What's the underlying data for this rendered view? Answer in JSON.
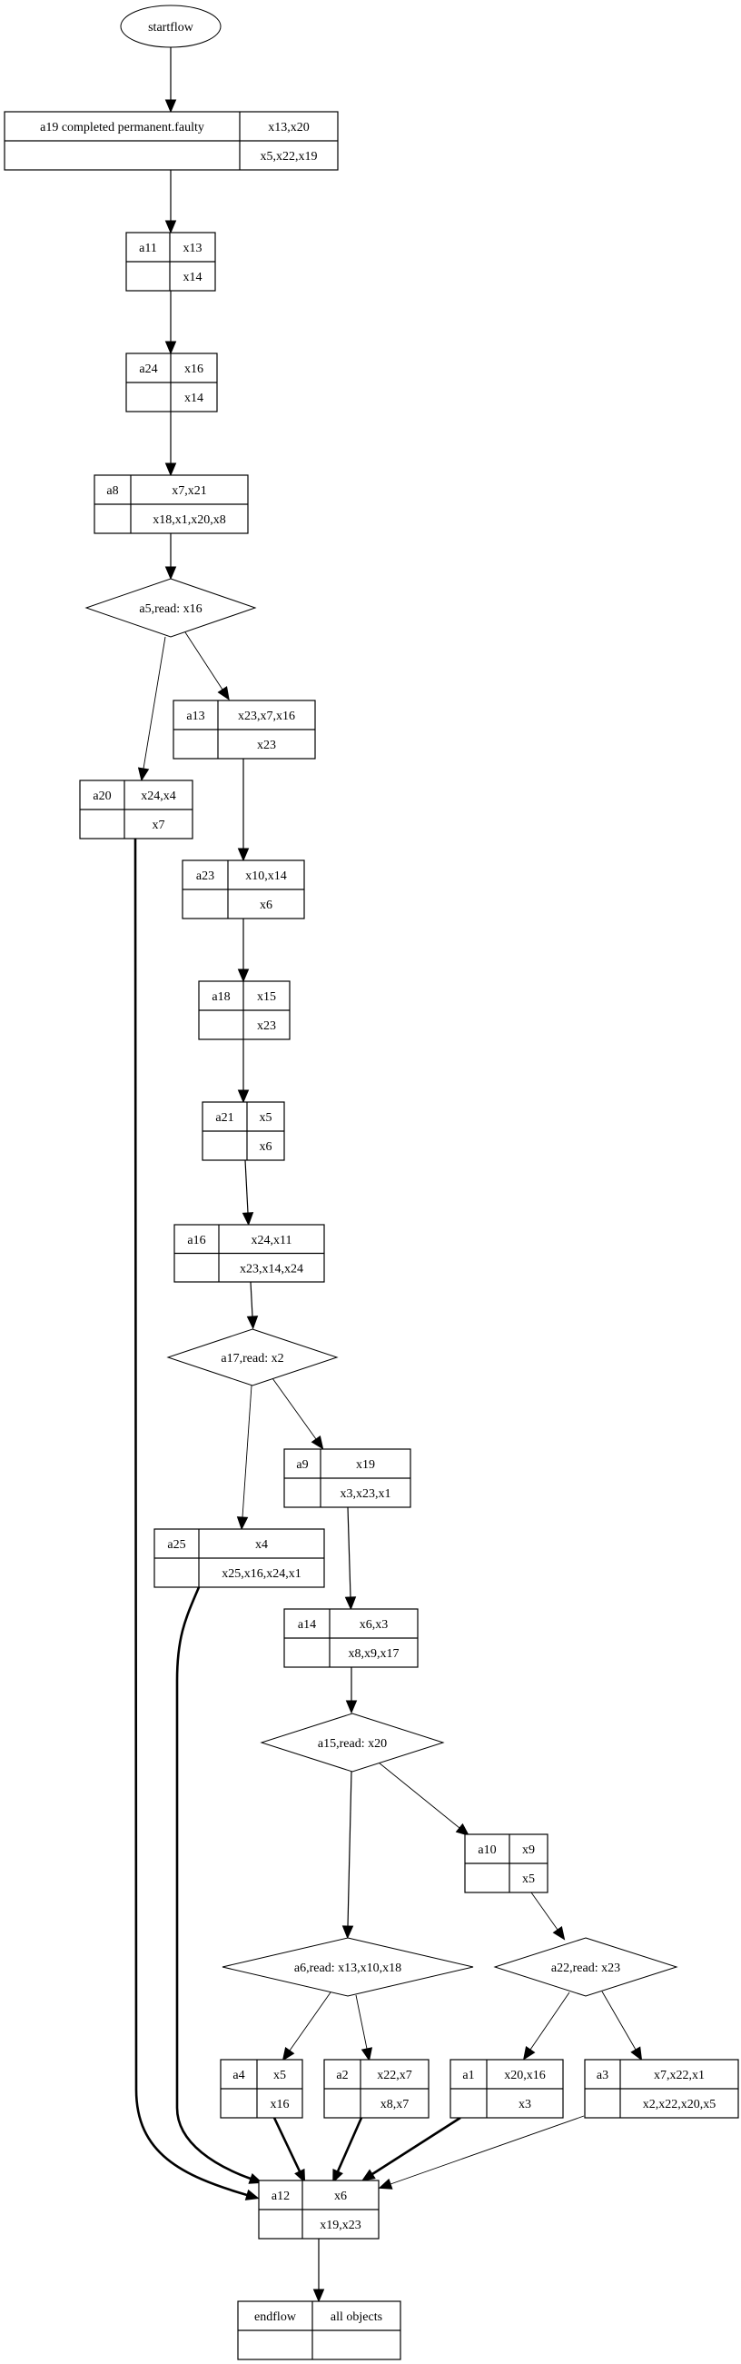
{
  "diagram": {
    "type": "flowchart",
    "start": {
      "id": "startflow",
      "label": "startflow"
    },
    "nodes": [
      {
        "id": "a19",
        "kind": "record",
        "name": "a19 completed permanent.faulty",
        "top": "x13,x20",
        "bottom": "x5,x22,x19"
      },
      {
        "id": "a11",
        "kind": "record",
        "name": "a11",
        "top": "x13",
        "bottom": "x14"
      },
      {
        "id": "a24",
        "kind": "record",
        "name": "a24",
        "top": "x16",
        "bottom": "x14"
      },
      {
        "id": "a8",
        "kind": "record",
        "name": "a8",
        "top": "x7,x21",
        "bottom": "x18,x1,x20,x8"
      },
      {
        "id": "a5",
        "kind": "decision",
        "label": "a5,read: x16"
      },
      {
        "id": "a13",
        "kind": "record",
        "name": "a13",
        "top": "x23,x7,x16",
        "bottom": "x23"
      },
      {
        "id": "a20",
        "kind": "record",
        "name": "a20",
        "top": "x24,x4",
        "bottom": "x7"
      },
      {
        "id": "a23",
        "kind": "record",
        "name": "a23",
        "top": "x10,x14",
        "bottom": "x6"
      },
      {
        "id": "a18",
        "kind": "record",
        "name": "a18",
        "top": "x15",
        "bottom": "x23"
      },
      {
        "id": "a21",
        "kind": "record",
        "name": "a21",
        "top": "x5",
        "bottom": "x6"
      },
      {
        "id": "a16",
        "kind": "record",
        "name": "a16",
        "top": "x24,x11",
        "bottom": "x23,x14,x24"
      },
      {
        "id": "a17",
        "kind": "decision",
        "label": "a17,read: x2"
      },
      {
        "id": "a9",
        "kind": "record",
        "name": "a9",
        "top": "x19",
        "bottom": "x3,x23,x1"
      },
      {
        "id": "a25",
        "kind": "record",
        "name": "a25",
        "top": "x4",
        "bottom": "x25,x16,x24,x1"
      },
      {
        "id": "a14",
        "kind": "record",
        "name": "a14",
        "top": "x6,x3",
        "bottom": "x8,x9,x17"
      },
      {
        "id": "a15",
        "kind": "decision",
        "label": "a15,read: x20"
      },
      {
        "id": "a10",
        "kind": "record",
        "name": "a10",
        "top": "x9",
        "bottom": "x5"
      },
      {
        "id": "a6",
        "kind": "decision",
        "label": "a6,read: x13,x10,x18"
      },
      {
        "id": "a22",
        "kind": "decision",
        "label": "a22,read: x23"
      },
      {
        "id": "a4",
        "kind": "record",
        "name": "a4",
        "top": "x5",
        "bottom": "x16"
      },
      {
        "id": "a2",
        "kind": "record",
        "name": "a2",
        "top": "x22,x7",
        "bottom": "x8,x7"
      },
      {
        "id": "a1",
        "kind": "record",
        "name": "a1",
        "top": "x20,x16",
        "bottom": "x3"
      },
      {
        "id": "a3",
        "kind": "record",
        "name": "a3",
        "top": "x7,x22,x1",
        "bottom": "x2,x22,x20,x5"
      },
      {
        "id": "a12",
        "kind": "record",
        "name": "a12",
        "top": "x6",
        "bottom": "x19,x23"
      },
      {
        "id": "endflow",
        "kind": "record",
        "name": "endflow",
        "top": "all objects",
        "bottom": ""
      }
    ],
    "edges": [
      {
        "from": "startflow",
        "to": "a19",
        "style": "normal"
      },
      {
        "from": "a19",
        "to": "a11",
        "style": "normal"
      },
      {
        "from": "a11",
        "to": "a24",
        "style": "normal"
      },
      {
        "from": "a24",
        "to": "a8",
        "style": "normal"
      },
      {
        "from": "a8",
        "to": "a5",
        "style": "normal"
      },
      {
        "from": "a5",
        "to": "a20",
        "style": "thin"
      },
      {
        "from": "a5",
        "to": "a13",
        "style": "thin"
      },
      {
        "from": "a13",
        "to": "a23",
        "style": "normal"
      },
      {
        "from": "a23",
        "to": "a18",
        "style": "normal"
      },
      {
        "from": "a18",
        "to": "a21",
        "style": "normal"
      },
      {
        "from": "a21",
        "to": "a16",
        "style": "normal"
      },
      {
        "from": "a16",
        "to": "a17",
        "style": "normal"
      },
      {
        "from": "a17",
        "to": "a25",
        "style": "thin"
      },
      {
        "from": "a17",
        "to": "a9",
        "style": "thin"
      },
      {
        "from": "a9",
        "to": "a14",
        "style": "normal"
      },
      {
        "from": "a14",
        "to": "a15",
        "style": "normal"
      },
      {
        "from": "a15",
        "to": "a6",
        "style": "normal"
      },
      {
        "from": "a15",
        "to": "a10",
        "style": "thin"
      },
      {
        "from": "a10",
        "to": "a22",
        "style": "thin"
      },
      {
        "from": "a6",
        "to": "a4",
        "style": "thin"
      },
      {
        "from": "a6",
        "to": "a2",
        "style": "thin"
      },
      {
        "from": "a22",
        "to": "a1",
        "style": "thin"
      },
      {
        "from": "a22",
        "to": "a3",
        "style": "thin"
      },
      {
        "from": "a20",
        "to": "a12",
        "style": "bold"
      },
      {
        "from": "a25",
        "to": "a12",
        "style": "bold"
      },
      {
        "from": "a4",
        "to": "a12",
        "style": "bold"
      },
      {
        "from": "a2",
        "to": "a12",
        "style": "bold"
      },
      {
        "from": "a1",
        "to": "a12",
        "style": "bold"
      },
      {
        "from": "a3",
        "to": "a12",
        "style": "thin"
      },
      {
        "from": "a12",
        "to": "endflow",
        "style": "normal"
      }
    ]
  }
}
